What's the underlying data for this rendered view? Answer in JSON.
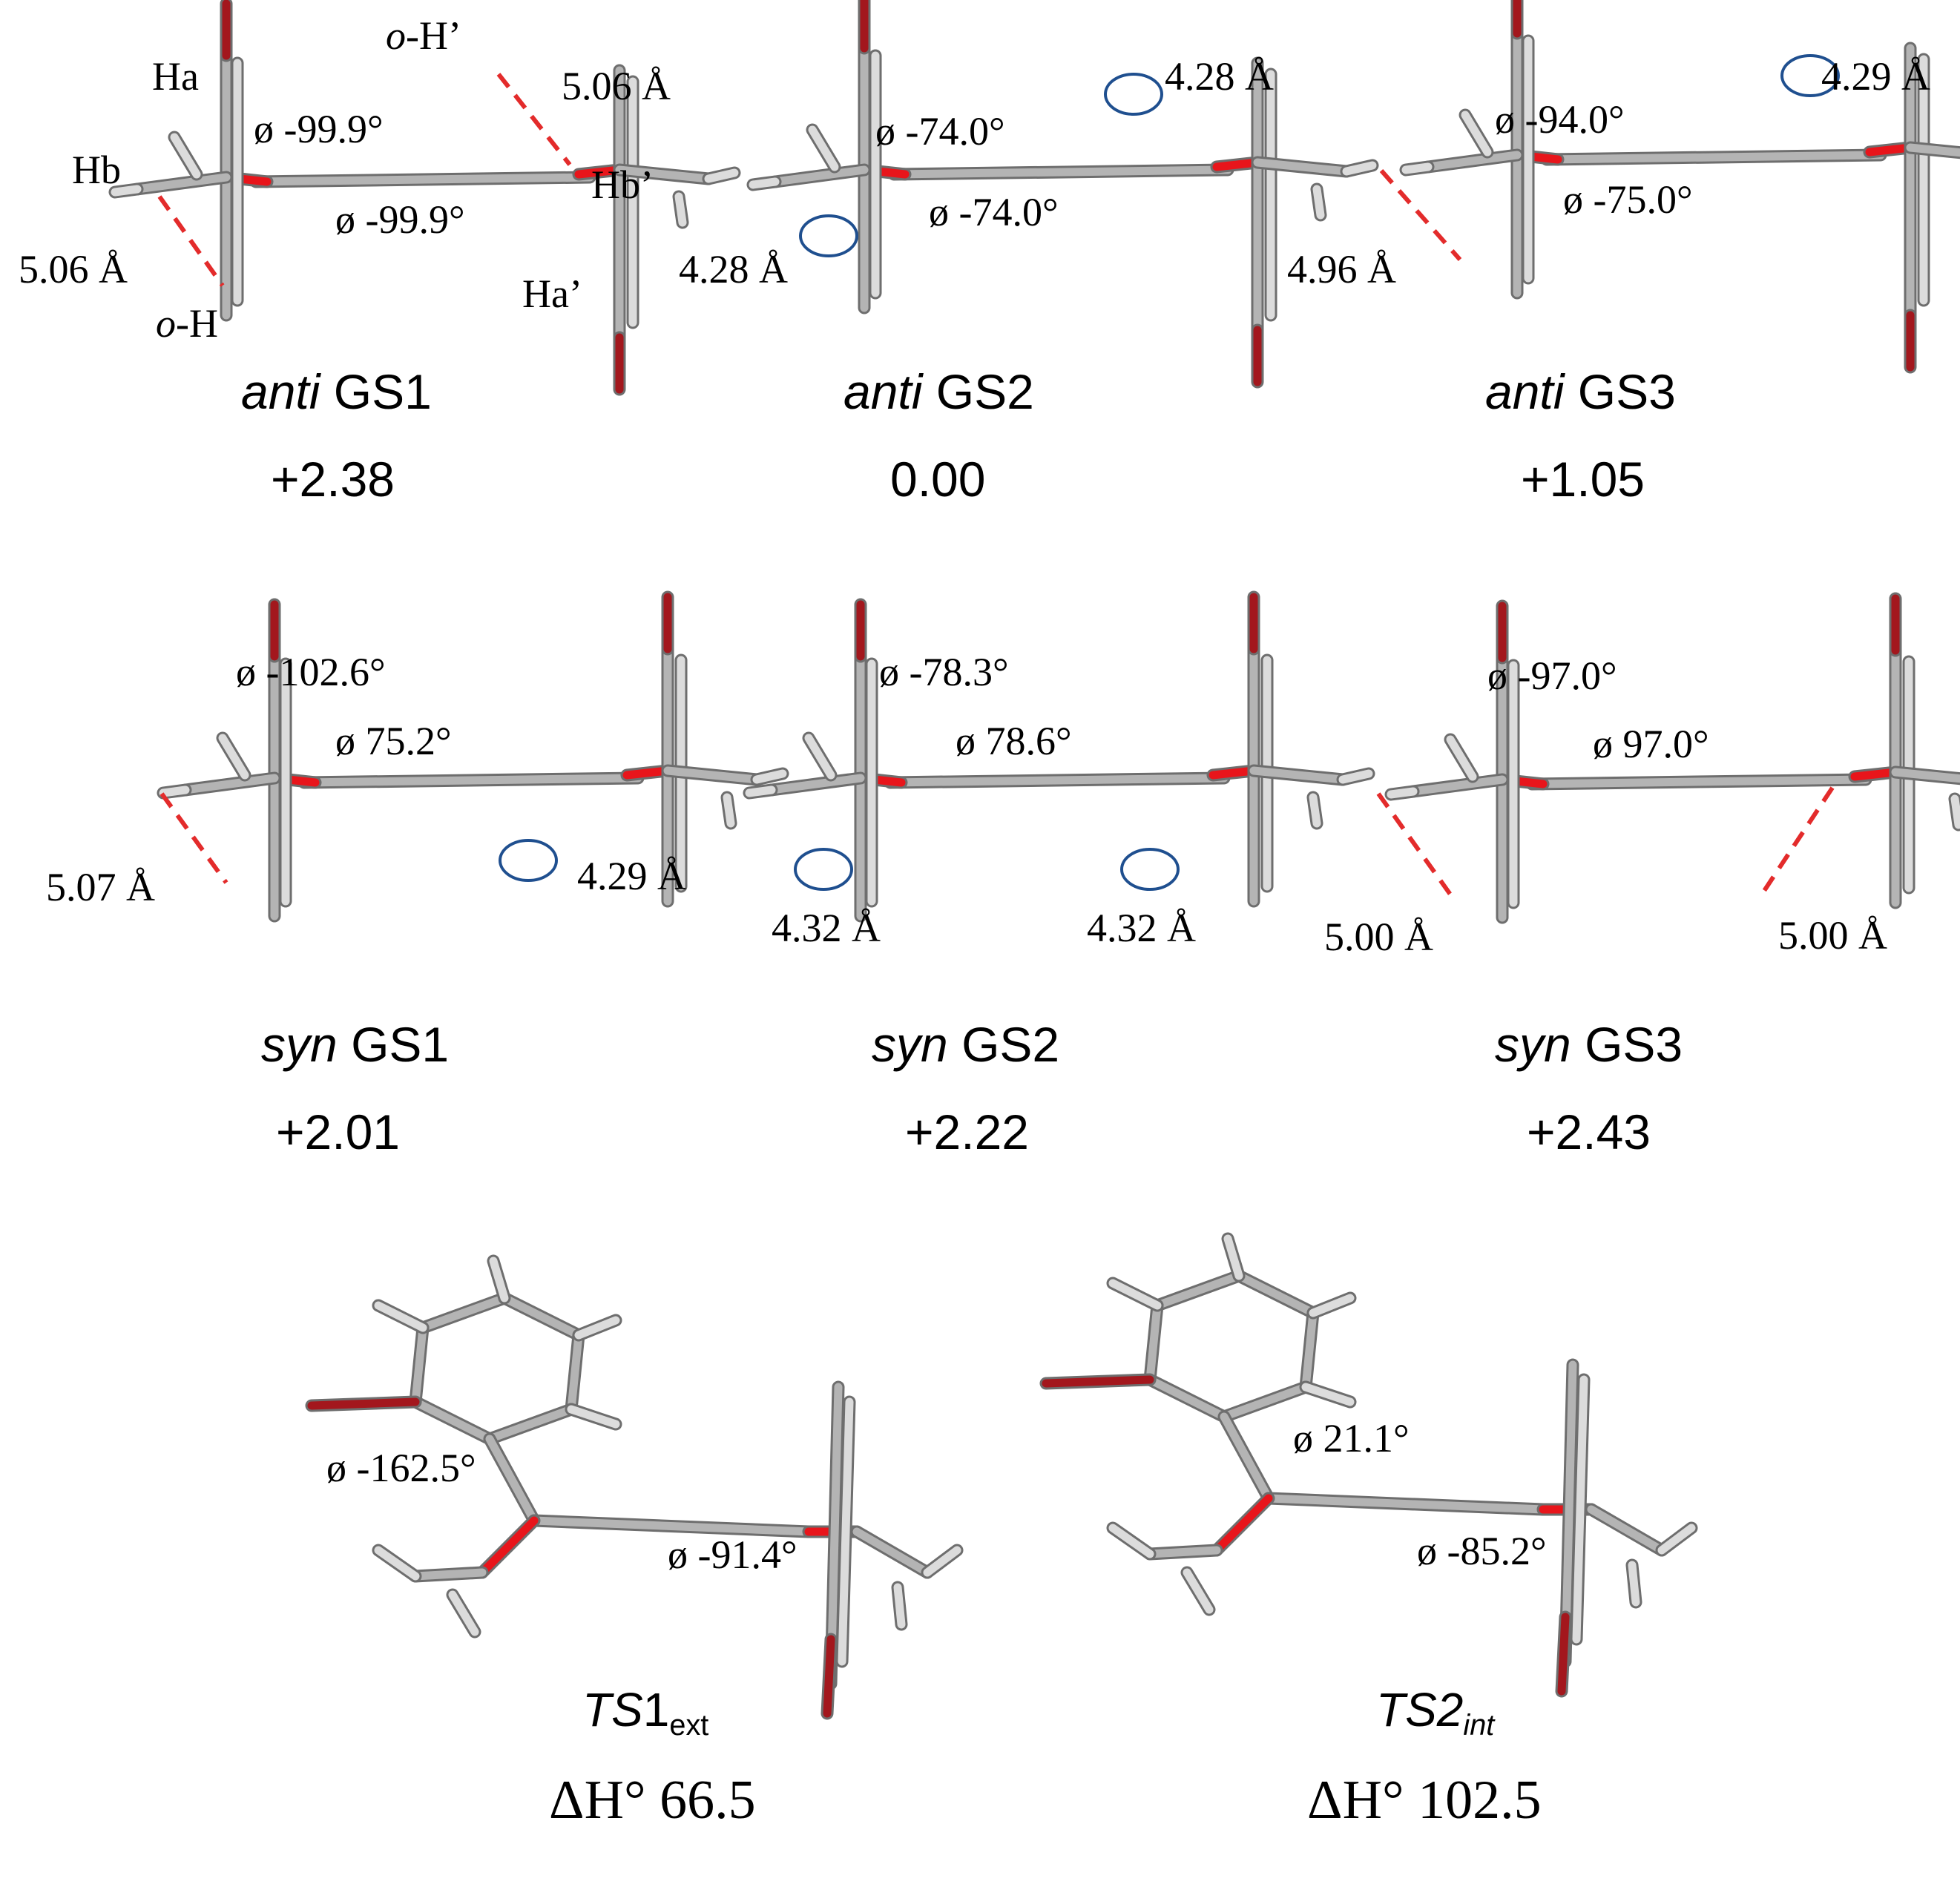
{
  "colors": {
    "carbon": "#b4b4b4",
    "hydrogen": "#dcdcdc",
    "oxygen": "#e8151b",
    "bromine": "#a3171d",
    "distance_line": "#e32b2b",
    "contact_circle": "#1f4f8f"
  },
  "conformers": [
    {
      "id": "anti_gs1",
      "prefix": "anti",
      "name": "GS1",
      "energy": "+2.38",
      "dihedral_top": "ø -99.9°",
      "dihedral_bottom": "ø -99.9°",
      "dist_left": "5.06 Å",
      "dist_right": "5.06 Å",
      "atom_labels": {
        "ha": "Ha",
        "hb": "Hb",
        "oh_italic": "o",
        "oh_rest": "-H",
        "ohp_italic": "o",
        "ohp_rest": "-H’",
        "hbp": "Hb’",
        "hap": "Ha’"
      }
    },
    {
      "id": "anti_gs2",
      "prefix": "anti",
      "name": "GS2",
      "energy": "0.00",
      "dihedral_top": "ø -74.0°",
      "dihedral_bottom": "ø -74.0°",
      "dist_left": "4.28 Å",
      "dist_right": "4.28 Å"
    },
    {
      "id": "anti_gs3",
      "prefix": "anti",
      "name": "GS3",
      "energy": "+1.05",
      "dihedral_top": "ø -94.0°",
      "dihedral_bottom": "ø -75.0°",
      "dist_left": "4.96 Å",
      "dist_right": "4.29 Å"
    },
    {
      "id": "syn_gs1",
      "prefix": "syn",
      "name": "GS1",
      "energy": "+2.01",
      "dihedral_top": "ø -102.6°",
      "dihedral_bottom": "ø 75.2°",
      "dist_left": "5.07 Å",
      "dist_right": "4.29 Å"
    },
    {
      "id": "syn_gs2",
      "prefix": "syn",
      "name": "GS2",
      "energy": "+2.22",
      "dihedral_top": "ø -78.3°",
      "dihedral_bottom": "ø 78.6°",
      "dist_left": "4.32 Å",
      "dist_right": "4.32 Å"
    },
    {
      "id": "syn_gs3",
      "prefix": "syn",
      "name": "GS3",
      "energy": "+2.43",
      "dihedral_top": "ø -97.0°",
      "dihedral_bottom": "ø 97.0°",
      "dist_left": "5.00 Å",
      "dist_right": "5.00 Å"
    }
  ],
  "transition_states": [
    {
      "id": "ts1",
      "name": "TS",
      "number": "1",
      "subscript": "ext",
      "dihedral_a": "ø -162.5°",
      "dihedral_b": "ø -91.4°",
      "energy": "ΔH° 66.5"
    },
    {
      "id": "ts2",
      "name": "TS2",
      "subscript": "int",
      "dihedral_a": "ø 21.1°",
      "dihedral_b": "ø -85.2°",
      "energy": "ΔH° 102.5"
    }
  ]
}
